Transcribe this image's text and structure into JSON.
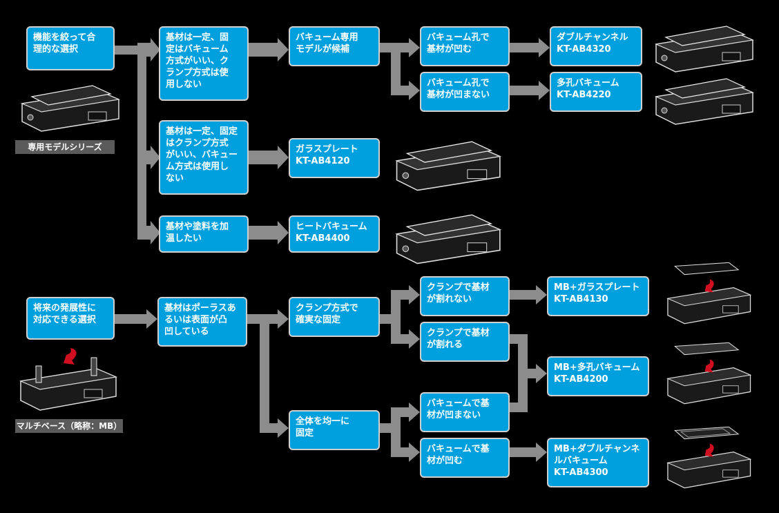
{
  "series_labels": {
    "dedicated": "専用モデルシリーズ",
    "multi": "マルチベース（略称：MB）"
  },
  "nodes": {
    "n1": "機能を絞って合\n理的な選択",
    "n2": "基材は一定、固\n定はバキューム\n方式がいい、ク\nランプ方式は使\n用しない",
    "n3": "基材は一定、固定\nはクランプ方式\nがいい、バキュー\nム方式は使用し\nない",
    "n4": "基材や塗料を加\n温したい",
    "n5": "バキューム専用\nモデルが候補",
    "n6": "バキューム孔で\n基材が凹む",
    "n7": "バキューム孔で\n基材が凹まない",
    "n8": "ダブルチャンネル\nKT-AB4320",
    "n9": "多孔バキューム\nKT-AB4220",
    "n10": "ガラスプレート\nKT-AB4120",
    "n11": "ヒートバキューム\nKT-AB4400",
    "m1": "将来の発展性に\n対応できる選択",
    "m2": "基材はポーラスあ\nるいは表面が凸\n凹している",
    "m3": "クランプ方式で\n確実な固定",
    "m4": "全体を均一に\n固定",
    "m5": "クランプで基材\nが割れない",
    "m6": "クランプで基材\nが割れる",
    "m7": "バキュームで基\n材が凹まない",
    "m8": "バキュームで基\n材が凹む",
    "m9": "MB+ガラスプレート\nKT-AB4130",
    "m10": "MB+多孔バキューム\nKT-AB4200",
    "m11": "MB+ダブルチャンネ\nルバキューム\nKT-AB4300"
  },
  "colors": {
    "node_fill": "#00a0de",
    "node_border": "#d0d0d0",
    "connector": "#8c8c8c",
    "label_bg": "#5a5a5a"
  },
  "icons": {
    "device": "coating-machine-icon",
    "multibase": "multibase-machine-icon"
  }
}
